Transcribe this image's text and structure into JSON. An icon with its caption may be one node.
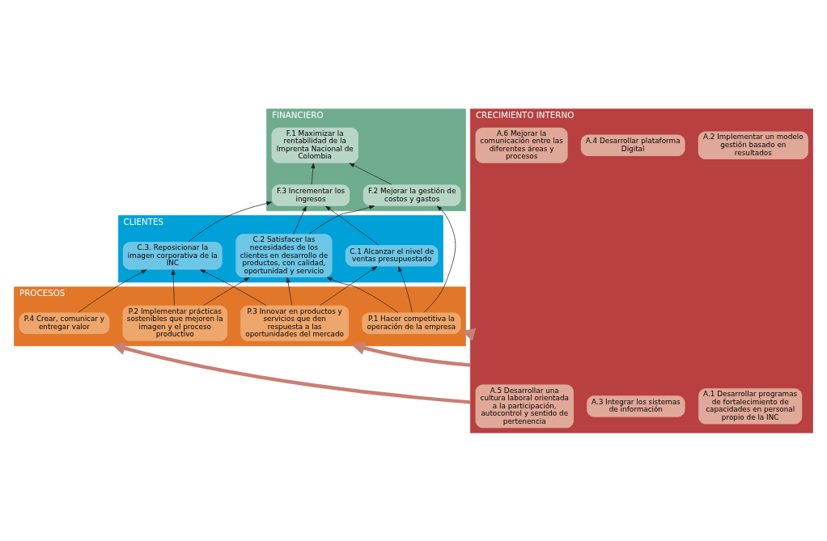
{
  "diagram": {
    "nodes": [
      {
        "text": [
          "FINANCIERO"
        ]
      },
      {
        "text": [
          "F.1 Maximizar la rentabilidad de la Imprenta Nacional de Colombia"
        ],
        "in": 0
      },
      {
        "text": [
          "F.2 Mejorar la gestión de costos y gastos"
        ],
        "in": 0
      },
      {
        "text": [
          "F.3 Incrementar los ingresos"
        ],
        "in": 0
      },
      {
        "text": [
          "CLIENTES"
        ]
      },
      {
        "text": [
          "C.1 Alcanzar el nivel de ventas presupuestado"
        ],
        "in": 4
      },
      {
        "text": [
          "C.2 Satisfacer las necesidades de los clientes en desarrollo de productos, con calidad, oportunidad y servicio"
        ],
        "in": 4
      },
      {
        "text": [
          "C.3. Reposicionar la imagen corporativa de la INC"
        ],
        "in": 4
      },
      {
        "text": [
          "PROCESOS"
        ]
      },
      {
        "text": [
          "P.1 Hacer competitiva la operación de la empresa"
        ],
        "in": 8
      },
      {
        "text": [
          "P.2 Implementar prácticas sostenibles que mejoren la imagen y el proceso productivo"
        ],
        "in": 8
      },
      {
        "text": [
          "P.3 Innovar en productos y servicios que den respuesta a las oportunidades del mercado"
        ],
        "in": 8
      },
      {
        "text": [
          "P.4 Crear, comunicar y entregar valor"
        ],
        "in": 8
      },
      {
        "text": [
          "CRECIMIENTO INTERNO"
        ]
      },
      {
        "text": [
          "A.1 Desarrollar programas de fortalecimiento de capacidades en personal propio de la INC"
        ],
        "in": 13
      },
      {
        "text": [
          "A.2 Implementar un modelo gestión basado en resultados"
        ],
        "in": 13
      },
      {
        "text": [
          "A.3 Integrar los sistemas de información"
        ],
        "in": 13
      },
      {
        "text": [
          "A.4 Desarrollar plataforma Digital"
        ],
        "in": 13
      },
      {
        "text": [
          "A.5 Desarrollar una cultura laboral orientada a la participación, autocontrol y sentido de pertenencia"
        ],
        "in": 13
      },
      {
        "text": [
          "A.6 Mejorar la comunicación entre las diferentes áreas y procesos"
        ],
        "in": 13
      }
    ],
    "edges": [
      {
        "from": 2,
        "to": 1,
        "arrow": "to"
      },
      {
        "from": 3,
        "to": 1,
        "arrow": "to"
      },
      {
        "from": 5,
        "to": 3,
        "arrow": "to"
      },
      {
        "from": 6,
        "to": 2,
        "arrow": "to"
      },
      {
        "from": 6,
        "to": 3,
        "arrow": "to"
      },
      {
        "from": 7,
        "to": 3,
        "arrow": "to"
      },
      {
        "from": 9,
        "to": 2,
        "arrow": "to"
      },
      {
        "from": 9,
        "to": 5,
        "arrow": "to"
      },
      {
        "from": 9,
        "to": 6,
        "arrow": "to"
      },
      {
        "from": 10,
        "to": 6,
        "arrow": "to"
      },
      {
        "from": 10,
        "to": 7,
        "arrow": "to"
      },
      {
        "from": 11,
        "to": 5,
        "arrow": "to"
      },
      {
        "from": 11,
        "to": 6,
        "arrow": "to"
      },
      {
        "from": 11,
        "to": 7,
        "arrow": "to"
      },
      {
        "from": 12,
        "to": 7,
        "arrow": "to"
      },
      {
        "from": 13,
        "to": 8,
        "arrow": "to",
        "style": "thick",
        "color": "#c97f72"
      },
      {
        "from": 13,
        "to": 8,
        "arrow": "to",
        "style": "thick",
        "color": "#c97f72"
      },
      {
        "from": 13,
        "to": 8,
        "arrow": "to",
        "style": "thick",
        "color": "#c97f72"
      }
    ]
  }
}
